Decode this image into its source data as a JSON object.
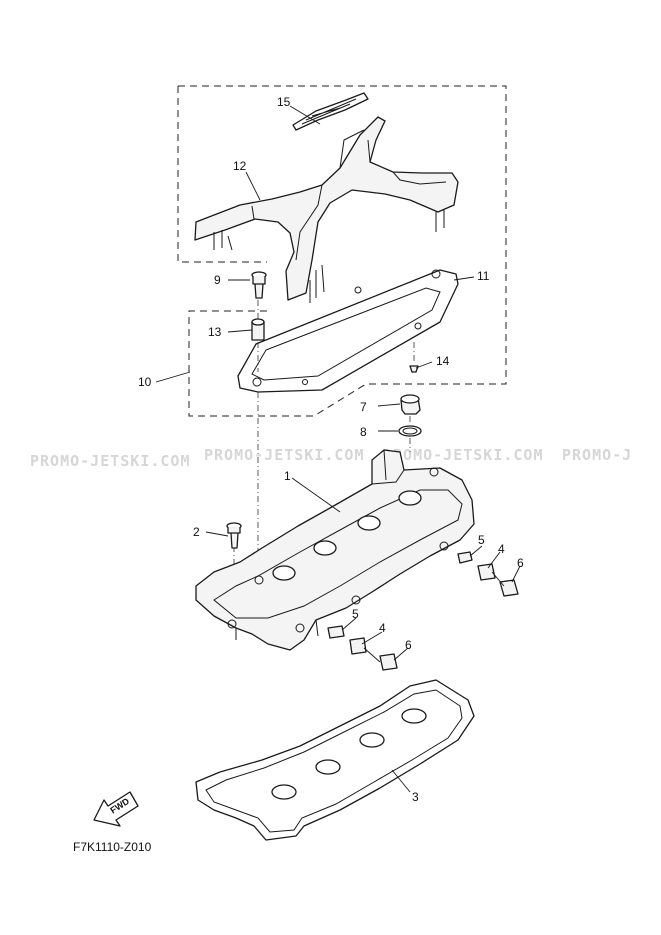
{
  "watermark": "PROMO-JETSKI.COM",
  "watermark_partial": "PROMO-J",
  "diagram_code": "F7K1110-Z010",
  "fwd_label": "FWD",
  "callouts": {
    "c1": "1",
    "c2": "2",
    "c3": "3",
    "c4a": "4",
    "c4b": "4",
    "c5a": "5",
    "c5b": "5",
    "c6a": "6",
    "c6b": "6",
    "c7": "7",
    "c8": "8",
    "c9": "9",
    "c10": "10",
    "c11": "11",
    "c12": "12",
    "c13": "13",
    "c14": "14",
    "c15": "15"
  }
}
